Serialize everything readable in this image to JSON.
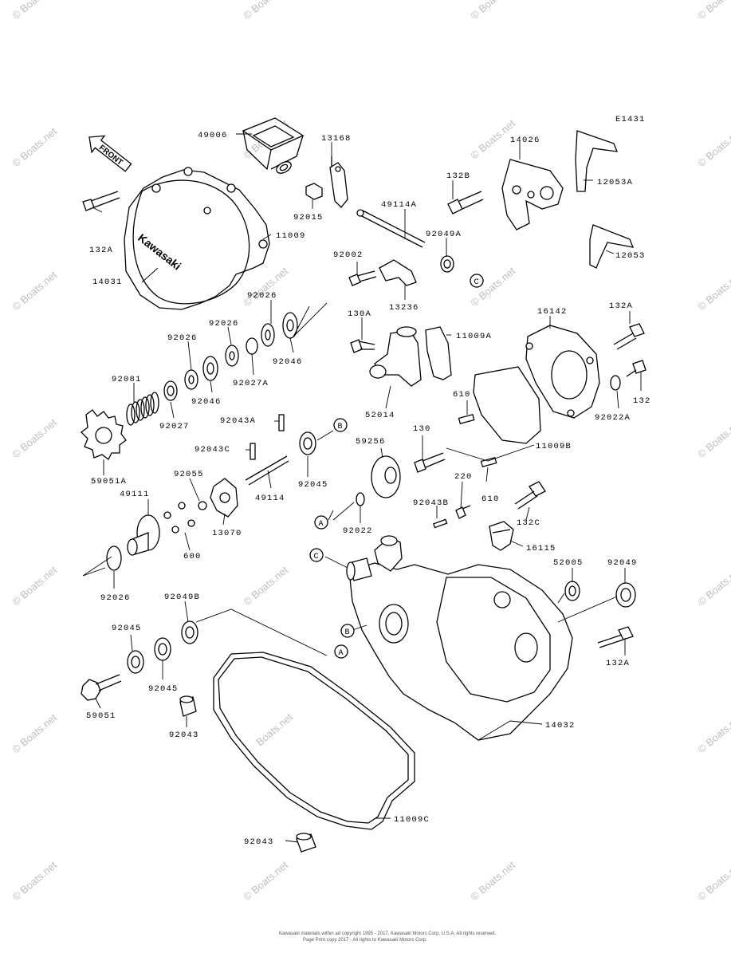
{
  "diagram_code": "E1431",
  "front_label": "FRONT",
  "brand_text": "Kawasaki",
  "watermark": "© Boats.net",
  "gasket_watermark": "Boats.net",
  "parts": {
    "p49006": "49006",
    "p13168": "13168",
    "p14026": "14026",
    "p12053A": "12053A",
    "p132B": "132B",
    "p132A_top": "132A",
    "p11009": "11009",
    "p92015": "92015",
    "p49114A": "49114A",
    "p92049A": "92049A",
    "p12053": "12053",
    "p14031": "14031",
    "p92002": "92002",
    "p13236": "13236",
    "p92026_a": "92026",
    "p92026_b": "92026",
    "p92026_c": "92026",
    "p92046_a": "92046",
    "p92027A": "92027A",
    "p92046_b": "92046",
    "p130A": "130A",
    "p11009A": "11009A",
    "p16142": "16142",
    "p132A_right": "132A",
    "p132": "132",
    "p92022A": "92022A",
    "p92081": "92081",
    "p92027": "92027",
    "p52014": "52014",
    "p610_a": "610",
    "p92043A": "92043A",
    "p92043C": "92043C",
    "p130": "130",
    "p11009B": "11009B",
    "p59051A": "59051A",
    "p59256": "59256",
    "p92045_a": "92045",
    "p49114": "49114",
    "p92055": "92055",
    "p220": "220",
    "p610_b": "610",
    "p49111": "49111",
    "p13070": "13070",
    "p92043B": "92043B",
    "p92022": "92022",
    "p132C": "132C",
    "p600": "600",
    "p16115": "16115",
    "p92026_d": "92026",
    "p52005": "52005",
    "p92049": "92049",
    "p92049B": "92049B",
    "p132A_low": "132A",
    "p92045_b": "92045",
    "p92045_c": "92045",
    "p59051": "59051",
    "p92043_a": "92043",
    "p14032": "14032",
    "p11009C": "11009C",
    "p92043_b": "92043"
  },
  "refs": {
    "A": "A",
    "B": "B",
    "C": "C"
  },
  "footer": {
    "line1": "Kawasaki materials within ad copyright 1995 - 2017, Kawasaki Motors Corp, U.S.A. All rights reserved.",
    "line2": "Page Print copy 2017 - All rights to Kawasaki Motors Corp."
  }
}
